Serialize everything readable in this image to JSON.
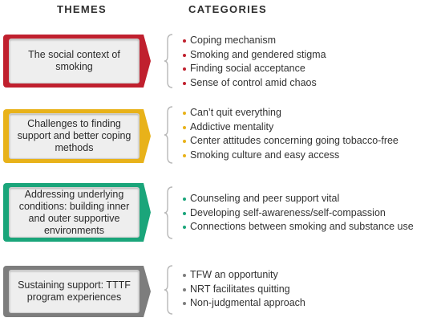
{
  "headers": {
    "themes": "THEMES",
    "categories": "CATEGORIES"
  },
  "themes": [
    {
      "label": "The social context of smoking",
      "color": "#c0202e",
      "categories": [
        "Coping mechanism",
        "Smoking and gendered stigma",
        "Finding social acceptance",
        "Sense of control amid chaos"
      ]
    },
    {
      "label": "Challenges to finding support and better coping methods",
      "color": "#e8b21a",
      "categories": [
        "Can’t quit everything",
        "Addictive mentality",
        "Center attitudes concerning going tobacco-free",
        "Smoking culture and easy access"
      ]
    },
    {
      "label": "Addressing underlying conditions: building inner and outer supportive environments",
      "color": "#1aa57a",
      "categories": [
        "Counseling and peer support vital",
        "Developing self-awareness/self-compassion",
        "Connections between smoking and substance use"
      ]
    },
    {
      "label": "Sustaining support: TTTF program experiences",
      "color": "#7d7d7d",
      "categories": [
        "TFW an opportunity",
        "NRT facilitates quitting",
        "Non-judgmental approach"
      ]
    }
  ]
}
